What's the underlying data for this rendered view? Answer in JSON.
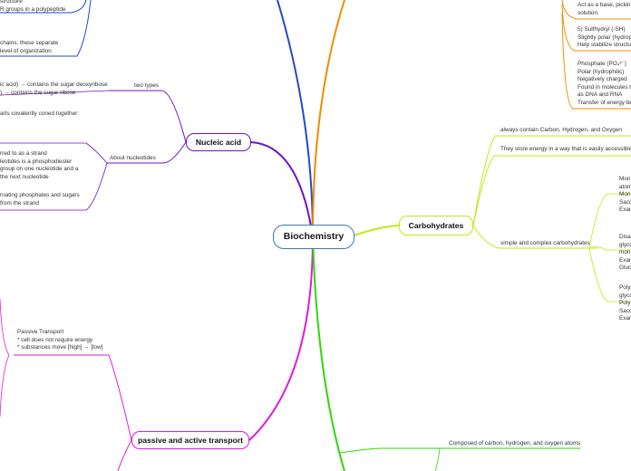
{
  "central": {
    "label": "Biochemistry"
  },
  "topics": {
    "nucleic_acid": "Nucleic acid",
    "carbohydrates": "Carbohydrates",
    "transport": "passive and active transport"
  },
  "protein_fragments": {
    "structure": [
      "structure",
      "R groups in a polypeptide"
    ],
    "chains": [
      "chains, these separate",
      "level of organization"
    ]
  },
  "nucleic": {
    "two_types_label": "two types",
    "two_types_lines": [
      "ic acid) → contains the sugar deoxyribose",
      ") → contains the sugar ribose"
    ],
    "parts": "arts covalently coned together:",
    "about_label": "About nucleotides",
    "strand_lines": [
      "rred to as a strand",
      "leotides is a phosphodiester",
      "group on one nucleotide and a",
      "the next nucleotide"
    ],
    "alternating_lines": [
      "rnating phosphates and sugars",
      "from the strand"
    ]
  },
  "functional_groups": {
    "base": [
      "Act as a base, pickin",
      "solution."
    ],
    "sulfhydryl": [
      "5) Sulfhydryl (-SH)",
      "Slightly polar (hydroph",
      "Help stabilize structur"
    ],
    "phosphate": [
      "Phosphate (PO₄³⁻)",
      "Polar (hydrophilic)",
      "Negatively charged",
      "Found in molecules th",
      "as DNA and RNA",
      "Transfer of energy be"
    ]
  },
  "carbohydrates": {
    "always": "always contain Carbon, Hydrogen, and Oxygen",
    "energy": "They store energy in a way that is easily accessible b",
    "simple_complex": "simple and complex carbohydrates",
    "mono": [
      "Mon",
      "atom",
      "Mon",
      "Sacc",
      "Exam"
    ],
    "di": [
      "Disa",
      "glyco",
      "mon",
      "Exam",
      "Gluc"
    ],
    "poly": [
      "Polys",
      "glyco",
      "Poly",
      "Sacc",
      "Exam"
    ]
  },
  "transport": {
    "passive_lines": [
      "Passive Transport",
      "* cell does not require energy",
      "* substances move [high] → [low]"
    ]
  },
  "lipids": {
    "composed": "Composed of carbon, hydrogen, and oxygen atoms"
  },
  "colors": {
    "central_border": "#3a78b4",
    "protein_branch": "#2548c8",
    "functional_branch": "#f08c00",
    "nucleic_branch": "#6a14c8",
    "carbohydrate_branch": "#c8e614",
    "transport_branch": "#e01ad8",
    "lipid_branch": "#2fd60a"
  }
}
